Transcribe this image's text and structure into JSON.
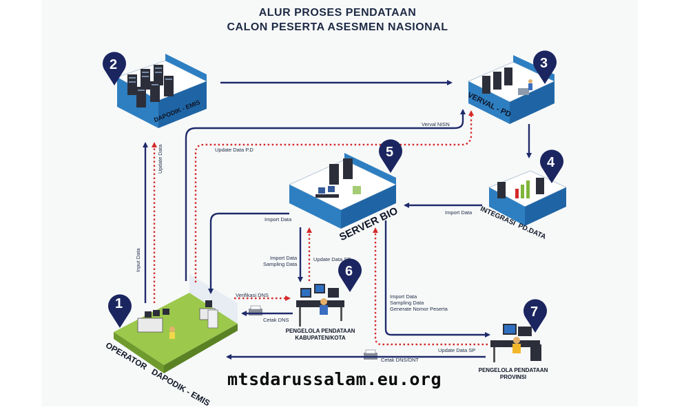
{
  "title": {
    "line1": "ALUR PROSES PENDATAAN",
    "line2": "CALON PESERTA ASESMEN NASIONAL"
  },
  "nodes": {
    "n1": {
      "number": "1",
      "label": "OPERATOR   DAPODIK - EMIS"
    },
    "n2": {
      "number": "2",
      "label": "DAPODIK - EMIS"
    },
    "n3": {
      "number": "3",
      "label": "VERVAL - PD"
    },
    "n4": {
      "number": "4",
      "label": "INTEGRASI  PD.DATA"
    },
    "n5": {
      "number": "5",
      "label": "SERVER BIO"
    },
    "n6": {
      "number": "6",
      "label_line1": "PENGELOLA PENDATAAN",
      "label_line2": "KABUPATEN/KOTA"
    },
    "n7": {
      "number": "7",
      "label_line1": "PENGELOLA PENDATAAN",
      "label_line2": "PROVINSI"
    }
  },
  "flows": {
    "input_data": "Input Data",
    "update_data": "Update Data",
    "verval_nisn": "Verval NISN",
    "update_data_pd": "Update Data P.D",
    "import_data_left": "Import Data",
    "import_data_right": "Import Data",
    "import_sampling_line1": "Import Data",
    "import_sampling_line2": "Sampling Data",
    "update_data_sp_center": "Update Data SP",
    "verifikasi_dns": "Verifikasi DNS",
    "cetak_dns": "Cetak DNS",
    "import_generate_line1": "Import Data",
    "import_generate_line2": "Sampling Data",
    "import_generate_line3": "Generate Nomor Peserta",
    "update_data_sp_bottom": "Update Data SP",
    "cetak_dns_dnt": "Cetak DNS/DNT"
  },
  "footer": "mtsdarussalam.eu.org",
  "colors": {
    "navy": "#1f2a6b",
    "red_dotted": "#d42a2a",
    "room_blue": "#2e7fc1",
    "room_green": "#7fb53a",
    "badge_navy": "#1b2560"
  }
}
